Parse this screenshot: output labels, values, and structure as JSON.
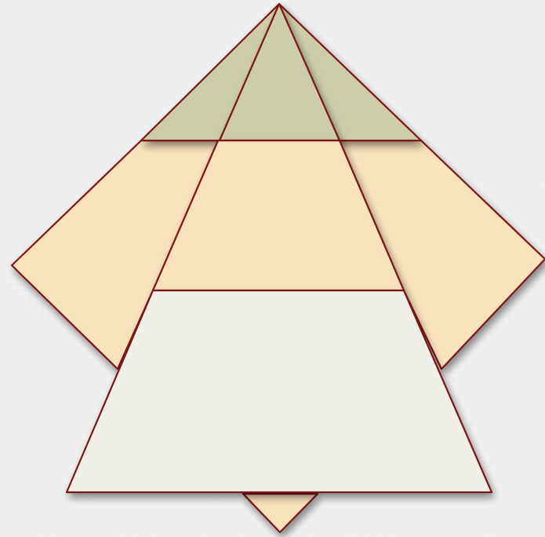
{
  "diagram": {
    "type": "layered-pyramid",
    "colors": {
      "background": "#ececec",
      "texture": "#f6f6f6",
      "outline": "#7d1414",
      "top_band": "#cdcea9",
      "middle_band": "#f9e1bb",
      "bottom_band": "#f0f0e8",
      "bottom_tip": "#f9e1bb"
    },
    "layers": [
      {
        "name": "top-triangle-band",
        "fill_key": "top_band"
      },
      {
        "name": "middle-band",
        "fill_key": "middle_band"
      },
      {
        "name": "bottom-band",
        "fill_key": "bottom_band"
      }
    ]
  }
}
